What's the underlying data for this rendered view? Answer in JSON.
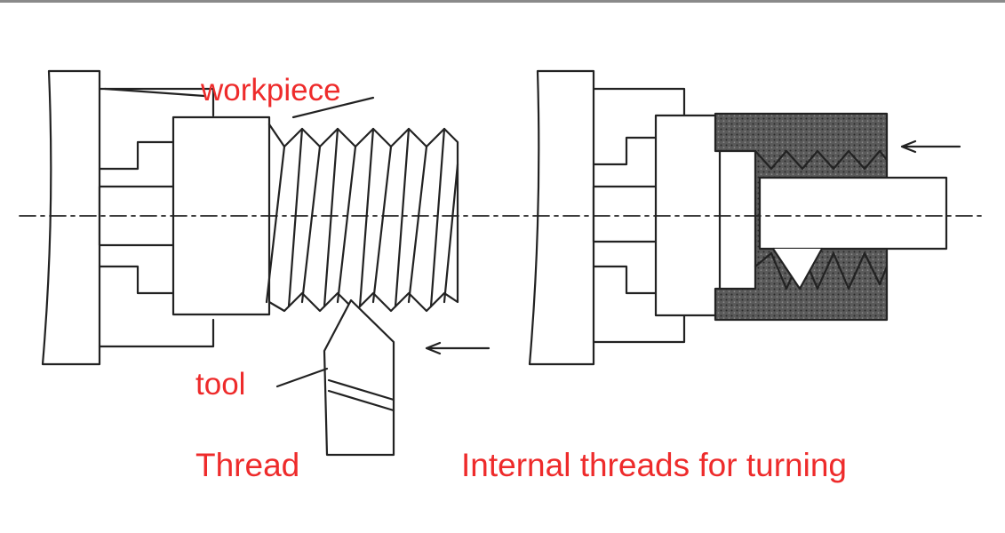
{
  "labels": {
    "workpiece": "workpiece",
    "tool": "tool"
  },
  "captions": {
    "left": "Thread",
    "right": "Internal threads for turning"
  },
  "colors": {
    "label_text": "#ee2b2b",
    "line": "#222222",
    "frame_border": "#8a8a8a",
    "hatch_fill": "#5a5a5a",
    "background": "#ffffff"
  }
}
